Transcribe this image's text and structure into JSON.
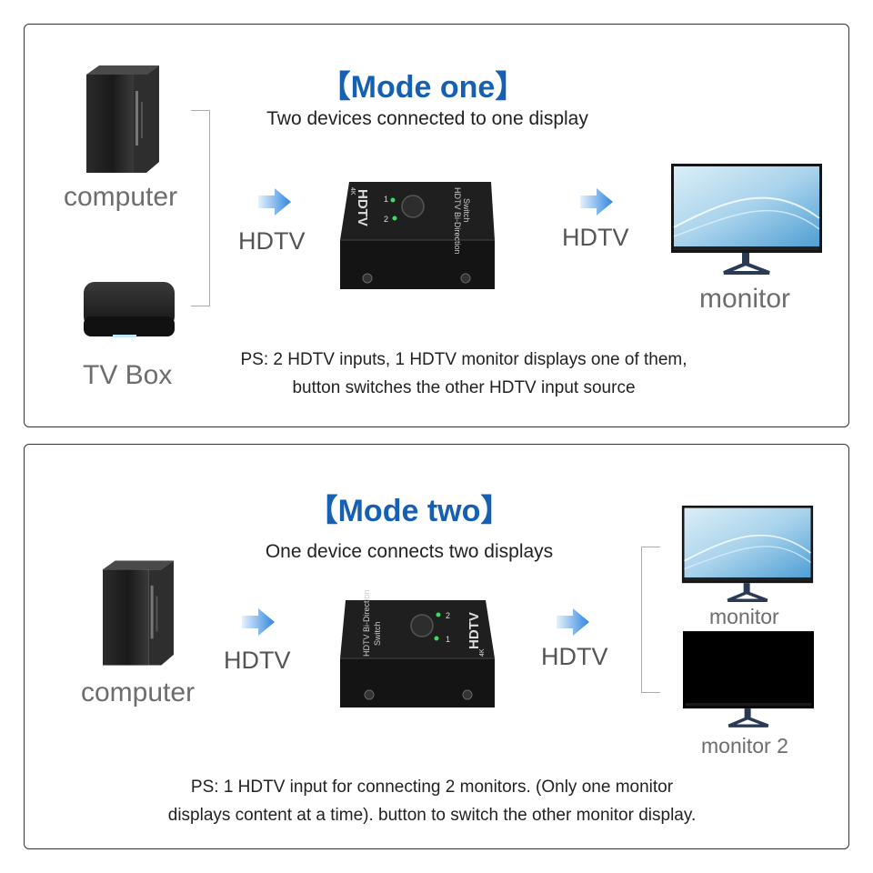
{
  "mode_one": {
    "title": "【Mode one】",
    "subtitle": "Two devices connected to one display",
    "source_1_label": "computer",
    "source_2_label": "TV Box",
    "input_signal": "HDTV",
    "output_signal": "HDTV",
    "display_label": "monitor",
    "switch_labels": {
      "brand": "HDTV",
      "name": "HDTV Bi-Direction",
      "name2": "Switch",
      "port1": "1",
      "port2": "2",
      "badge": "4K"
    },
    "ps_line1": "PS: 2 HDTV inputs, 1 HDTV monitor displays one of them,",
    "ps_line2": "button switches the other HDTV input source"
  },
  "mode_two": {
    "title": "【Mode two】",
    "subtitle": "One device connects two displays",
    "source_label": "computer",
    "input_signal": "HDTV",
    "output_signal": "HDTV",
    "display_1_label": "monitor",
    "display_2_label": "monitor 2",
    "switch_labels": {
      "brand": "HDTV",
      "name": "HDTV Bi-Direction",
      "name2": "Switch",
      "port1": "1",
      "port2": "2",
      "badge": "4K"
    },
    "ps_line1": "PS: 1 HDTV input for connecting 2 monitors. (Only one monitor",
    "ps_line2": "displays content at a time). button to switch the other monitor display."
  },
  "colors": {
    "title_blue": "#1560b2",
    "arrow_blue": "#3a8ee6",
    "device_gray": "#6d6d6d",
    "border": "#333333"
  }
}
